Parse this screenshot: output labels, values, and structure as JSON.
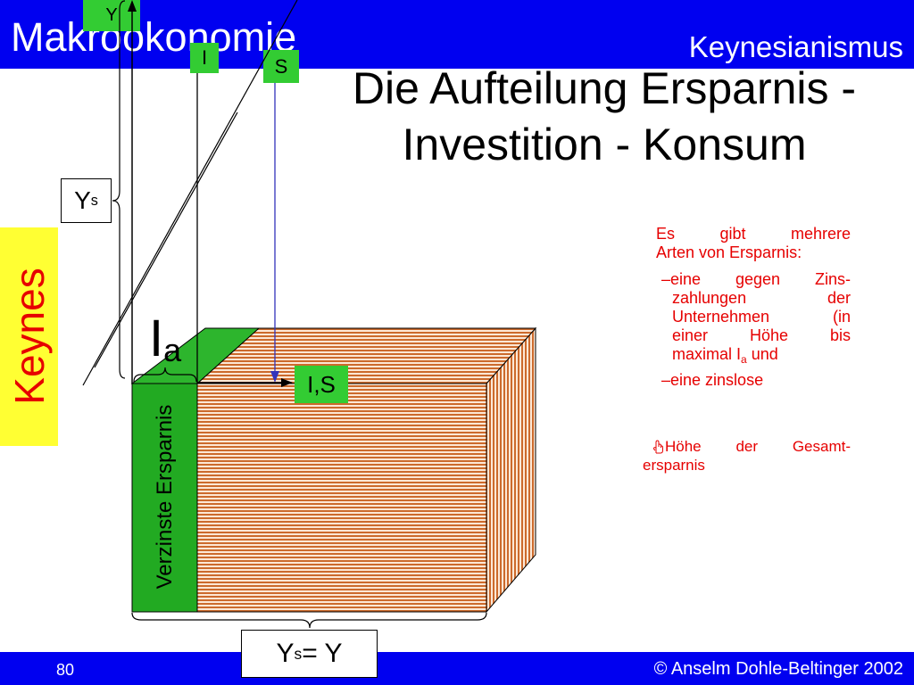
{
  "header": {
    "title": "Makroökonomie",
    "topic": "Keynesianismus"
  },
  "slide_title": {
    "lines": [
      "Die Aufteilung Ersparnis -",
      "Investition - Konsum"
    ]
  },
  "side_tab": {
    "label": "Keynes"
  },
  "diagram": {
    "y_axis_label": "Y",
    "investment_label": "I",
    "savings_label": "S",
    "is_axis_label": "I,S",
    "ys_label": {
      "base": "Y",
      "sup": "s"
    },
    "ia_label": {
      "base": "I",
      "sub": "a"
    },
    "green_face_label": "Verzinste Ersparnis",
    "total_label": {
      "base": "Y",
      "sup": "s",
      "suffix": " = Y"
    }
  },
  "text_block": {
    "intro_lines": [
      "Es gibt mehrere",
      "Arten von Ersparnis:"
    ],
    "item1_lines": [
      "–eine gegen Zins-",
      "zahlungen der",
      "Unternehmen (in",
      "einer Höhe bis"
    ],
    "item1_last": {
      "prefix": "maximal I",
      "sub": "a",
      "suffix": " und"
    },
    "item2": "–eine zinslose",
    "note_icon": "hand-pointer-icon",
    "note_lines": [
      "Höhe der Gesamt-",
      "ersparnis"
    ]
  },
  "footer": {
    "page_number": "80",
    "copyright": "© Anselm Dohle-Beltinger 2002"
  },
  "colors": {
    "header_blue": "#0000f0",
    "text_red": "#e60000",
    "tab_yellow": "#ffff33",
    "label_green": "#33cc33",
    "block_green": "#22aa22",
    "stripe_orange": "#cc6a2c",
    "savings_line_blue": "#3333bb"
  }
}
